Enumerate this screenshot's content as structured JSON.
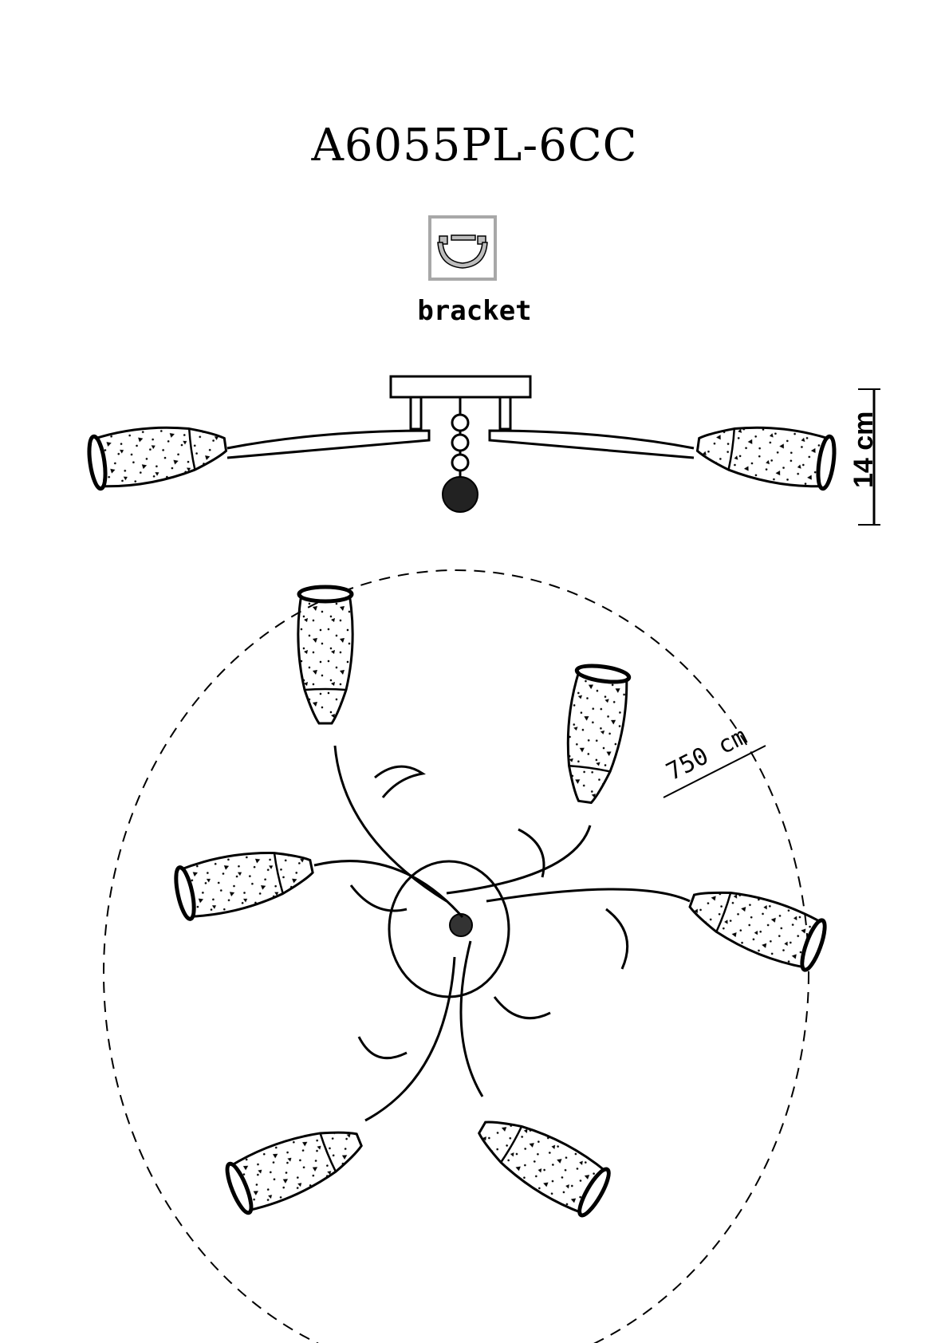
{
  "title": "A6055PL-6CC",
  "bracket": {
    "label": "bracket",
    "icon": "bracket-profile-icon"
  },
  "side_view": {
    "height_label": "14 cm"
  },
  "top_view": {
    "diameter_label": "750 cm",
    "shade_count": 6
  },
  "colors": {
    "line": "#000000",
    "bracket_frame": "#a8a8a8",
    "bracket_fill": "#bdbdbd"
  }
}
